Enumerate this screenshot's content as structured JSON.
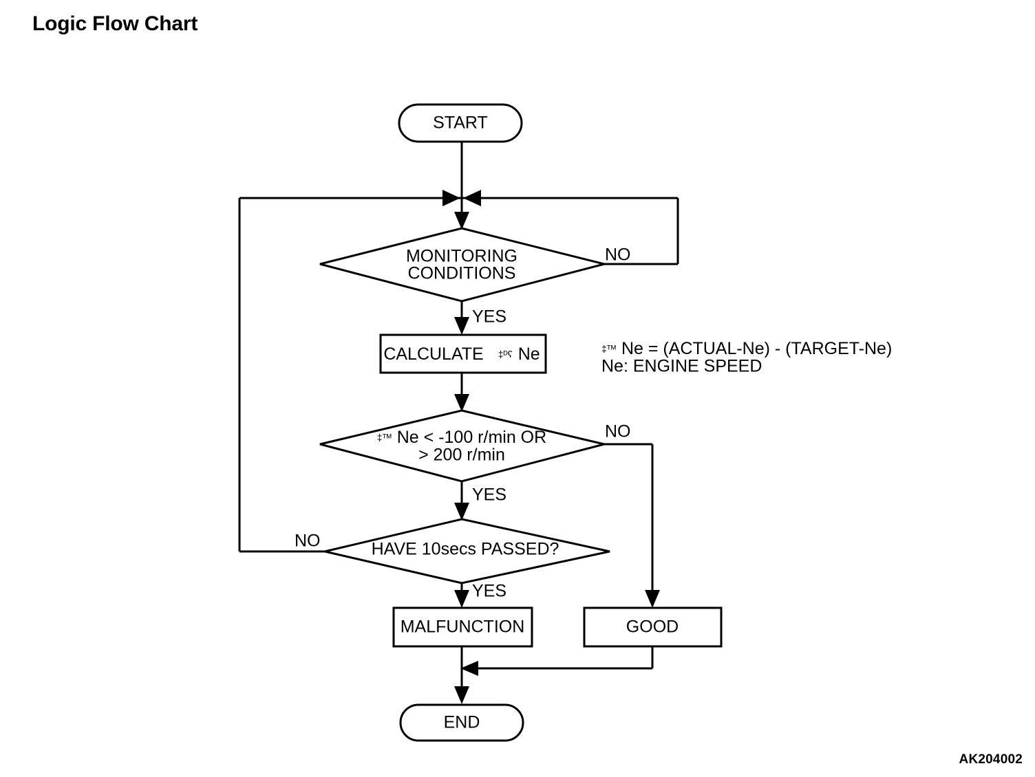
{
  "page": {
    "title": "Logic Flow Chart",
    "diagram_code": "AK204002"
  },
  "chart_data": {
    "type": "diagram",
    "title": "Logic Flow Chart",
    "diagram_kind": "flowchart",
    "nodes": [
      {
        "id": "start",
        "shape": "terminator",
        "label": "START"
      },
      {
        "id": "monitoring",
        "shape": "decision",
        "label_line1": "MONITORING",
        "label_line2": "CONDITIONS"
      },
      {
        "id": "calculate",
        "shape": "process",
        "label_prefix": "CALCULATE",
        "label_symbol": "‡ᴰʕ",
        "label_suffix": "Ne"
      },
      {
        "id": "threshold",
        "shape": "decision",
        "label_symbol": "‡ᵀᴹ",
        "label_line1": "Ne < -100 r/min OR",
        "label_line2": "> 200 r/min"
      },
      {
        "id": "timer",
        "shape": "decision",
        "label": "HAVE 10secs PASSED?"
      },
      {
        "id": "malfunction",
        "shape": "process",
        "label": "MALFUNCTION"
      },
      {
        "id": "good",
        "shape": "process",
        "label": "GOOD"
      },
      {
        "id": "end",
        "shape": "terminator",
        "label": "END"
      }
    ],
    "edges": [
      {
        "from": "start",
        "to": "monitoring",
        "label": ""
      },
      {
        "from": "monitoring",
        "to": "calculate",
        "label": "YES"
      },
      {
        "from": "monitoring",
        "to": "monitoring",
        "label": "NO",
        "note": "loops back above MONITORING CONDITIONS"
      },
      {
        "from": "calculate",
        "to": "threshold",
        "label": ""
      },
      {
        "from": "threshold",
        "to": "timer",
        "label": "YES"
      },
      {
        "from": "threshold",
        "to": "good",
        "label": "NO"
      },
      {
        "from": "timer",
        "to": "malfunction",
        "label": "YES"
      },
      {
        "from": "timer",
        "to": "monitoring",
        "label": "NO",
        "note": "loops back above MONITORING CONDITIONS"
      },
      {
        "from": "malfunction",
        "to": "end",
        "label": ""
      },
      {
        "from": "good",
        "to": "end",
        "label": ""
      }
    ],
    "annotations": [
      {
        "id": "formula-line-1",
        "symbol": "‡ᵀᴹ",
        "text": "Ne = (ACTUAL-Ne) - (TARGET-Ne)"
      },
      {
        "id": "formula-line-2",
        "text": "Ne: ENGINE SPEED"
      }
    ],
    "colors": {
      "stroke": "#000000",
      "fill": "#ffffff",
      "text": "#000000"
    }
  },
  "nodes": {
    "start": {
      "label": "START"
    },
    "monitoring": {
      "line1": "MONITORING",
      "line2": "CONDITIONS"
    },
    "calculate": {
      "prefix": "CALCULATE",
      "symbol": "‡ᴰʕ",
      "suffix": "Ne"
    },
    "threshold": {
      "symbol": "‡ᵀᴹ",
      "line1": "Ne < -100 r/min OR",
      "line2": "> 200 r/min"
    },
    "timer": {
      "label": "HAVE 10secs PASSED?"
    },
    "malfunction": {
      "label": "MALFUNCTION"
    },
    "good": {
      "label": "GOOD"
    },
    "end": {
      "label": "END"
    }
  },
  "edge_labels": {
    "monitoring_no": "NO",
    "monitoring_yes": "YES",
    "threshold_no": "NO",
    "threshold_yes": "YES",
    "timer_no": "NO",
    "timer_yes": "YES"
  },
  "notes": {
    "formula_symbol": "‡ᵀᴹ",
    "formula_rest": "Ne = (ACTUAL-Ne) - (TARGET-Ne)",
    "definition": "Ne: ENGINE SPEED"
  }
}
